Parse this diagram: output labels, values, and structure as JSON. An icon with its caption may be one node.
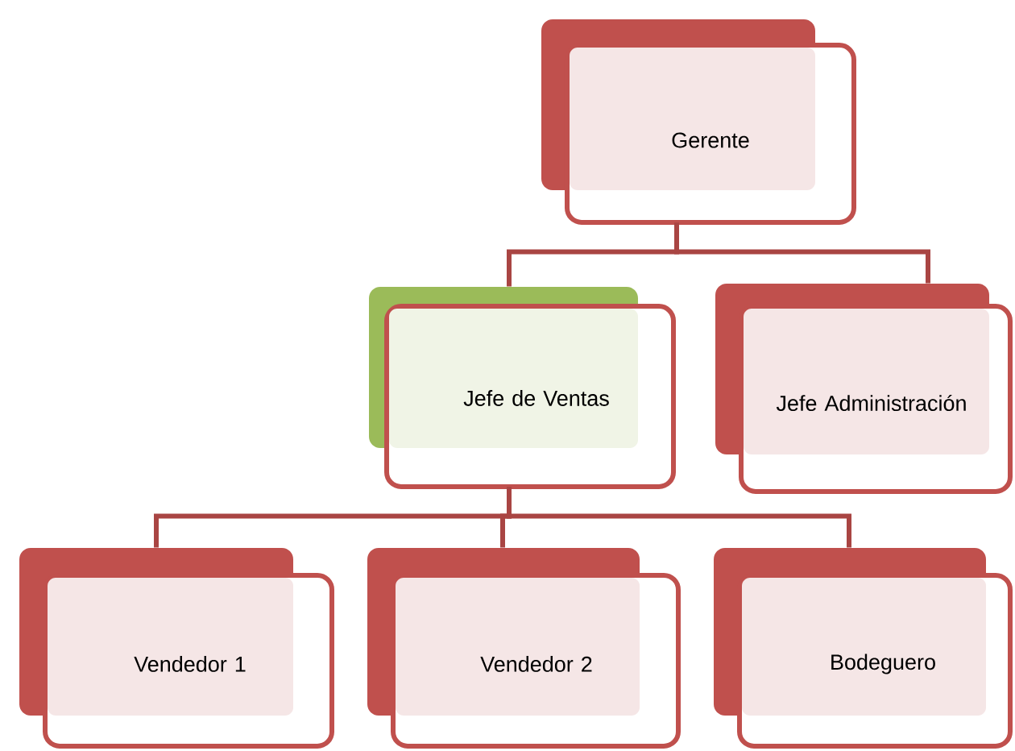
{
  "diagram": {
    "nodes": [
      {
        "text": [
          "Gerente"
        ]
      },
      {
        "text": [
          "Jefe de Ventas"
        ]
      },
      {
        "text": [
          "Jefe Administración"
        ]
      },
      {
        "text": [
          "Vendedor 1"
        ]
      },
      {
        "text": [
          "Vendedor 2"
        ]
      },
      {
        "text": [
          "Bodeguero"
        ]
      }
    ],
    "edges": [
      {
        "from": 0,
        "to": 1,
        "arrow": "none"
      },
      {
        "from": 0,
        "to": 2,
        "arrow": "none"
      },
      {
        "from": 1,
        "to": 3,
        "arrow": "none"
      },
      {
        "from": 1,
        "to": 4,
        "arrow": "none"
      },
      {
        "from": 1,
        "to": 5,
        "arrow": "none"
      }
    ]
  }
}
